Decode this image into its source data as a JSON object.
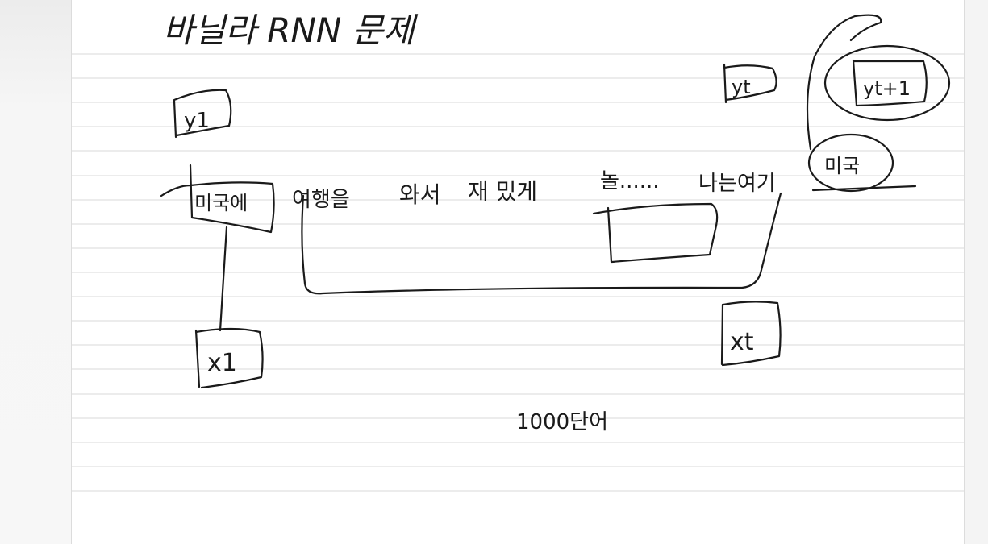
{
  "note": {
    "title": "바닐라 RNN 문제",
    "labels": {
      "y1": "y1",
      "yt": "yt",
      "yt1": "yt+1",
      "x1": "x1",
      "xt": "xt",
      "usa_left": "미국에",
      "usa_right": "미국"
    },
    "sentence": {
      "part1": "여행을",
      "part2": "와서",
      "part3": "재 밌게",
      "part4": "놀......",
      "part5": "나는여기"
    },
    "footnote": "1000단어"
  },
  "colors": {
    "ink": "#1a1a1a",
    "paper": "#ffffff",
    "rule": "#d9d9d9"
  }
}
